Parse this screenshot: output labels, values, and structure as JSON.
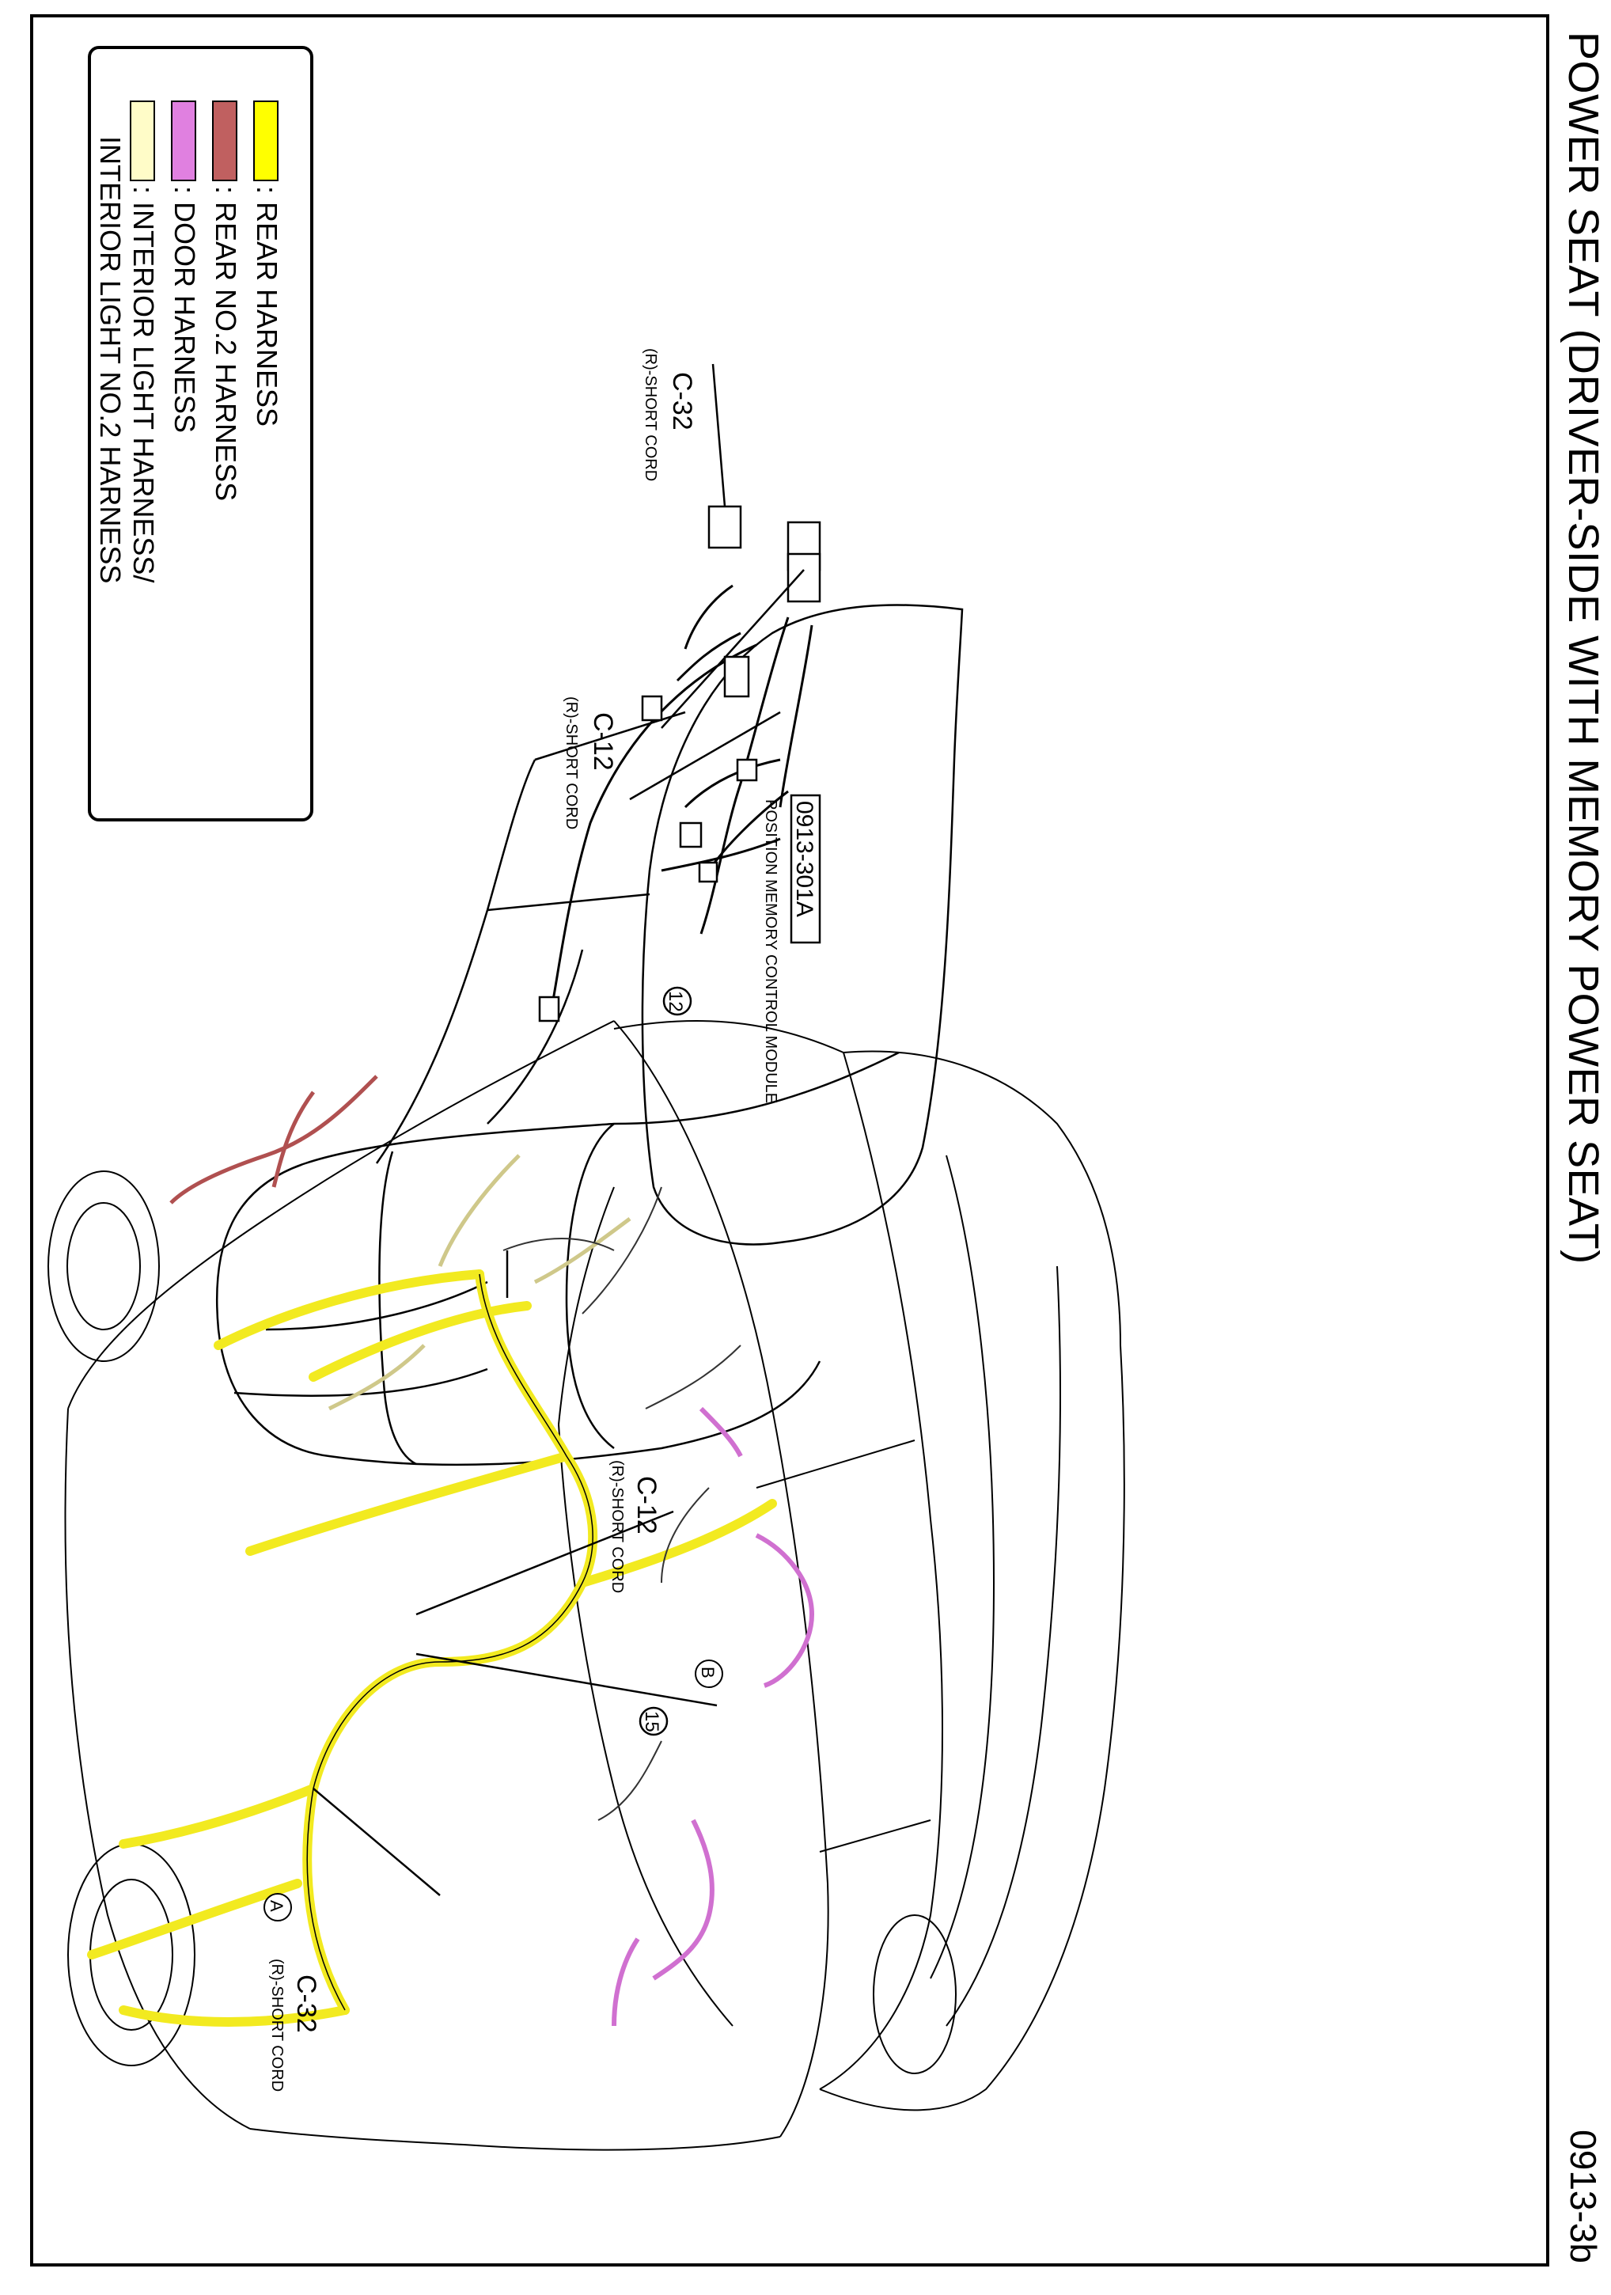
{
  "header": {
    "title": "POWER SEAT (DRIVER-SIDE WITH MEMORY POWER SEAT)",
    "page_number": "0913-3b"
  },
  "legend": {
    "items": [
      {
        "color": "#ffff00",
        "label": ": REAR HARNESS"
      },
      {
        "color": "#c06060",
        "label": ": REAR NO.2 HARNESS"
      },
      {
        "color": "#e080e0",
        "label": ": DOOR HARNESS"
      },
      {
        "color": "#fffcc8",
        "label": ": INTERIOR LIGHT HARNESS/"
      }
    ],
    "continuation": "INTERIOR LIGHT NO.2 HARNESS"
  },
  "seat_callouts": {
    "c32": {
      "id": "C-32",
      "desc": "(R)-SHORT CORD"
    },
    "c12": {
      "id": "C-12",
      "desc": "(R)-SHORT CORD"
    },
    "module": {
      "id": "0913-301A",
      "desc": "POSITION MEMORY CONTROL MODULE"
    }
  },
  "car_callouts": {
    "c12": {
      "id": "C-12",
      "desc": "(R)-SHORT CORD"
    },
    "c32": {
      "id": "C-32",
      "desc": "(R)-SHORT CORD"
    },
    "ground12": "12",
    "ground15": "15",
    "point_a": "A",
    "point_b": "B"
  },
  "colors": {
    "rear_harness": "#f2ea20",
    "rear_no2_harness": "#b05050",
    "door_harness": "#d070d0",
    "interior_light": "#f4efb8",
    "line": "#000000"
  }
}
